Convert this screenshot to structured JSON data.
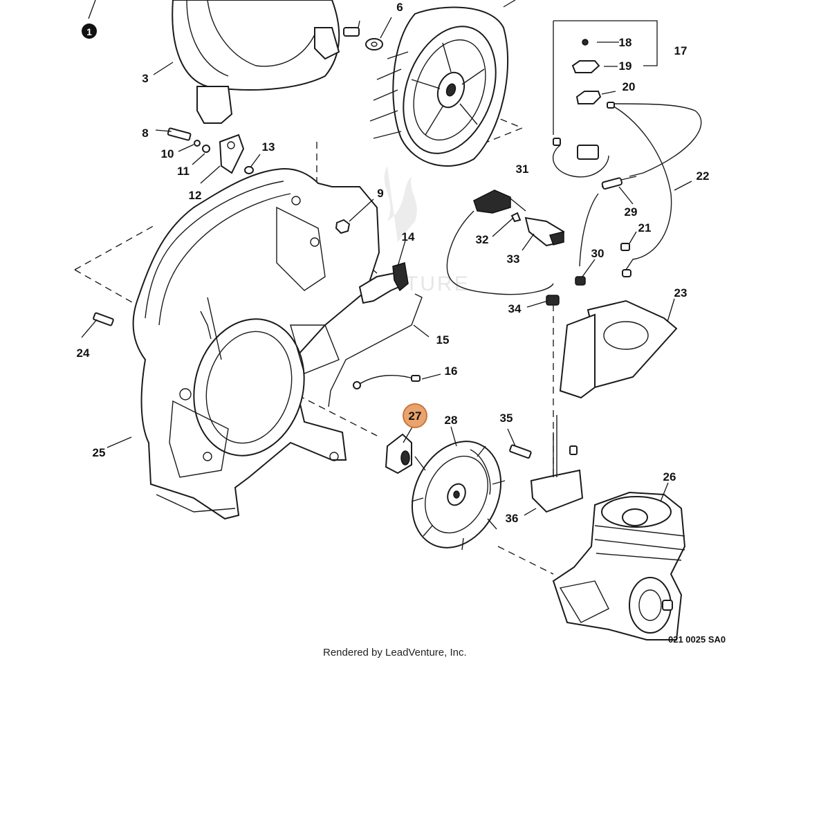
{
  "diagram": {
    "credit": "Rendered by LeadVenture, Inc.",
    "drawing_code": "021 0025 SA0",
    "watermark": "LEADVENTURE",
    "callout_badge": "1",
    "highlighted_part": "27",
    "highlight_color": "#e8a46c",
    "highlight_border": "#c9773a",
    "part_labels": [
      "3",
      "6",
      "8",
      "9",
      "10",
      "11",
      "12",
      "13",
      "14",
      "15",
      "16",
      "17",
      "18",
      "19",
      "20",
      "21",
      "22",
      "23",
      "24",
      "25",
      "26",
      "28",
      "29",
      "30",
      "31",
      "32",
      "33",
      "34",
      "35",
      "36"
    ]
  }
}
